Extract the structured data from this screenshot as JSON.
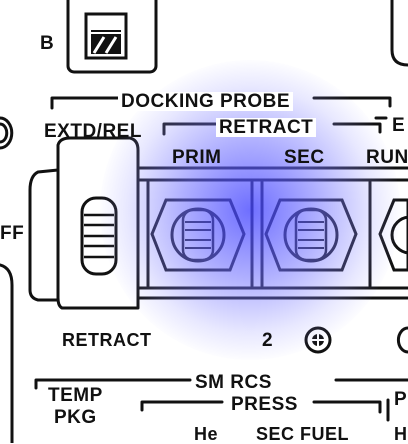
{
  "panel": {
    "indicator_label": "B",
    "docking_probe": {
      "group_label": "DOCKING PROBE",
      "retract_group_label": "RETRACT",
      "extd_rel_label": "EXTD/REL",
      "prim_label": "PRIM",
      "sec_label": "SEC",
      "run_label_partial": "RUN",
      "partial_e_label": "E",
      "retract_label": "RETRACT",
      "breaker_number": "2"
    },
    "left_edge_partial": "FF",
    "sm_rcs": {
      "group_label": "SM RCS",
      "temp_label": "TEMP",
      "pkg_label": "PKG",
      "press_label": "PRESS",
      "he_label": "He",
      "sec_fuel_label": "SEC FUEL",
      "partial_p_label": "P",
      "partial_h_label": "H"
    },
    "colors": {
      "ink": "#111111",
      "paper": "#ffffff",
      "highlight": "#5a5aff"
    }
  }
}
